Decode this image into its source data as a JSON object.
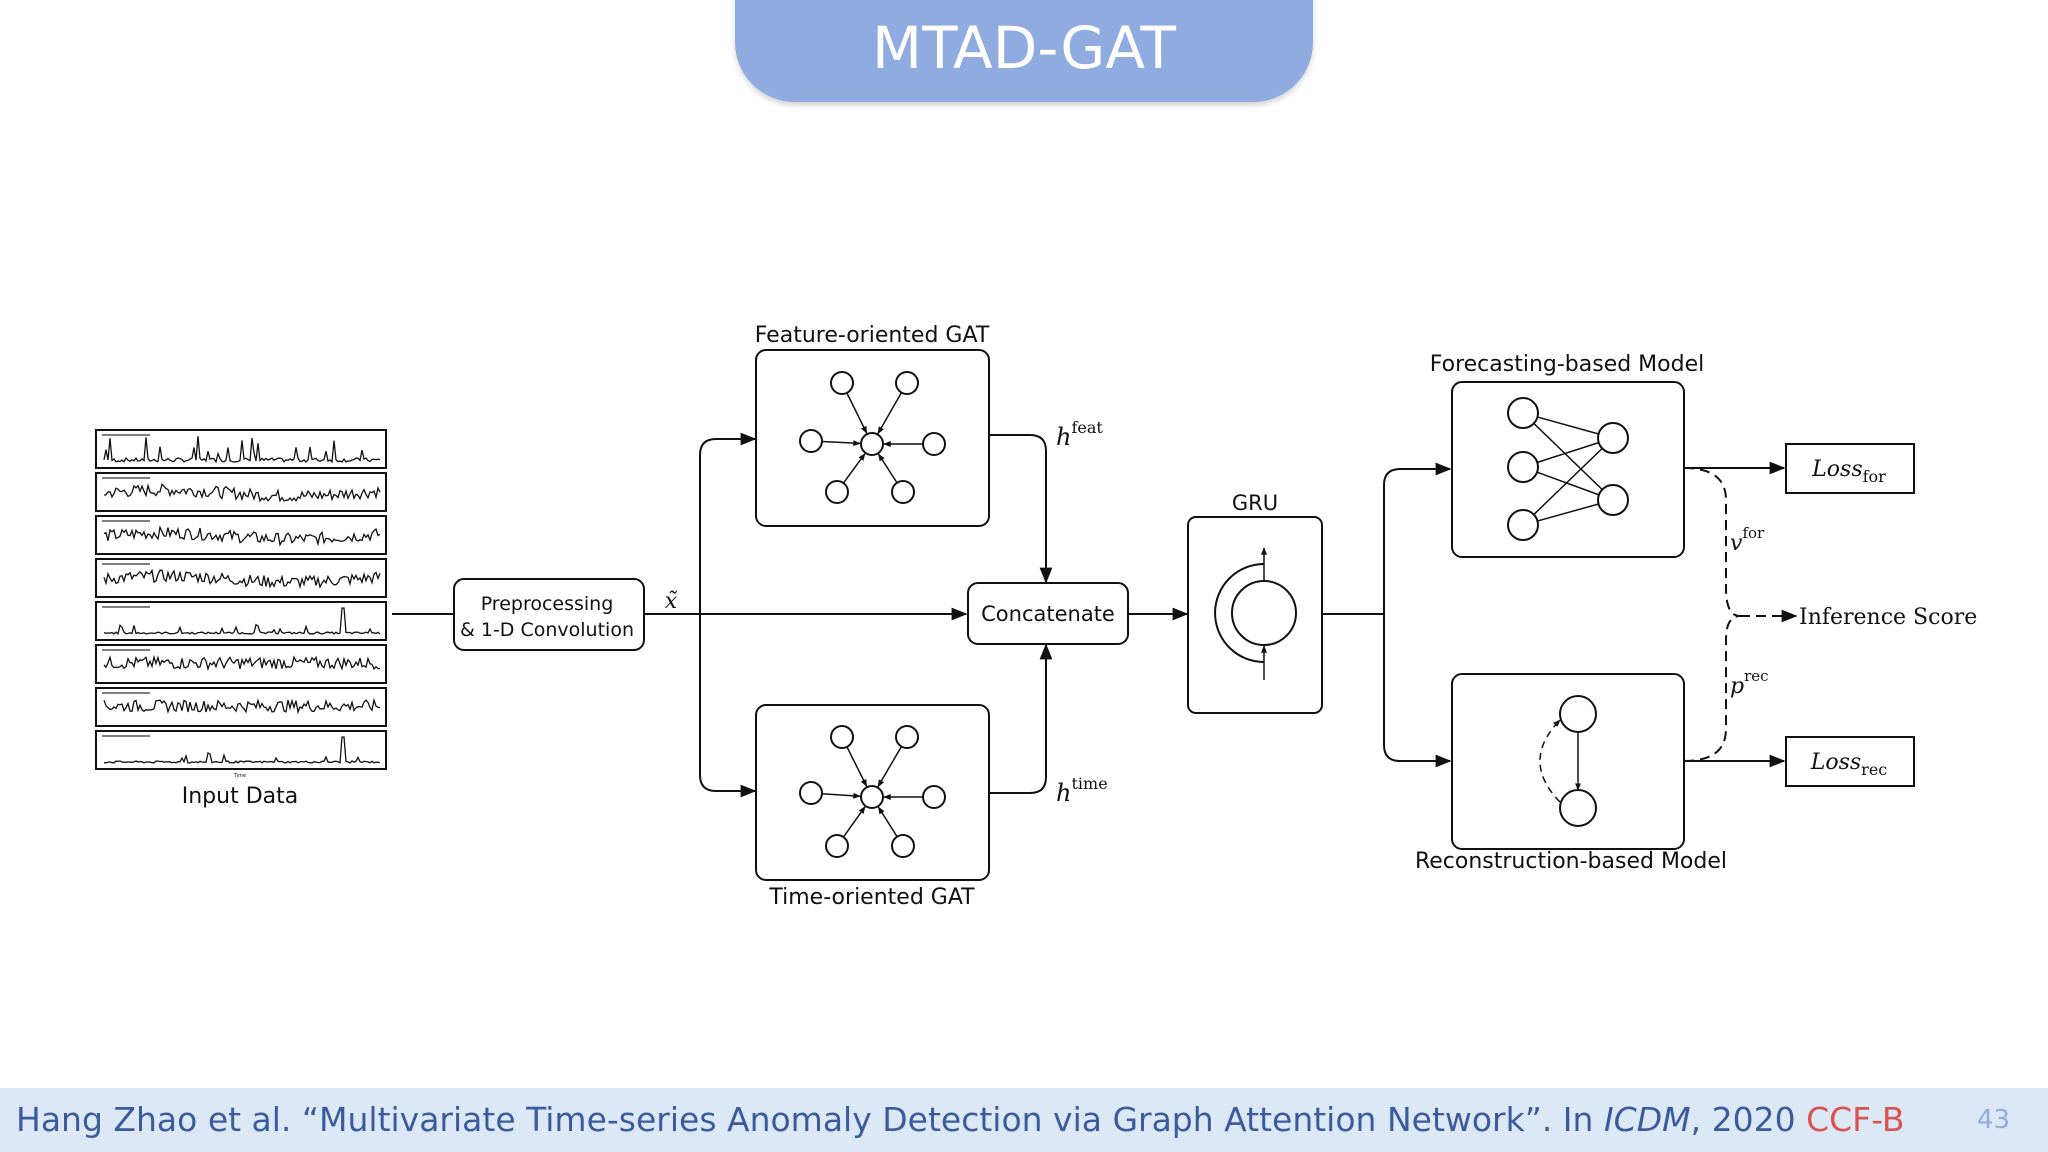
{
  "slide": {
    "title": "MTAD-GAT",
    "page_number": "43"
  },
  "diagram": {
    "input_label": "Input Data",
    "axis_caption": "Time",
    "preprocessing_line1": "Preprocessing",
    "preprocessing_line2": "& 1-D Convolution",
    "x_tilde": "x̃",
    "feature_gat_label": "Feature-oriented GAT",
    "time_gat_label": "Time-oriented GAT",
    "h_feat": "h",
    "h_feat_sup": "feat",
    "h_time": "h",
    "h_time_sup": "time",
    "concatenate_label": "Concatenate",
    "gru_label": "GRU",
    "forecast_label": "Forecasting-based Model",
    "recon_label": "Reconstruction-based Model",
    "loss_for": "Loss",
    "loss_for_sub": "for",
    "loss_rec": "Loss",
    "loss_rec_sub": "rec",
    "v_for": "v",
    "v_for_sup": "for",
    "p_rec": "p",
    "p_rec_sup": "rec",
    "inference_score": "Inference Score"
  },
  "footer": {
    "citation_main": "Hang Zhao et al. “Multivariate Time-series Anomaly Detection via Graph Attention Network”. In ",
    "citation_venue": "ICDM",
    "citation_year": ", 2020 ",
    "citation_rank": "CCF-B"
  },
  "colors": {
    "title_bg": "#8fabe0",
    "footer_bg": "#dde8f6",
    "citation_text": "#3a5c9c",
    "rank_text": "#d9534f"
  }
}
